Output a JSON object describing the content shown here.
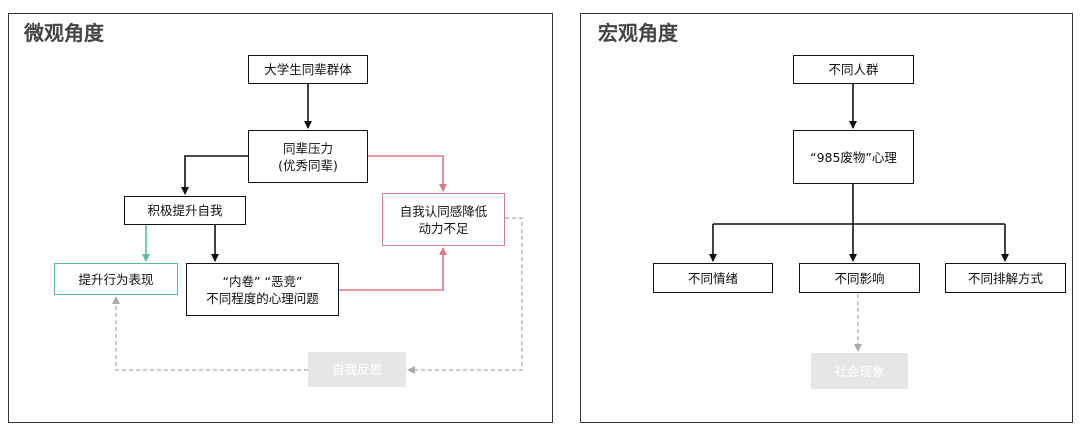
{
  "left_panel": {
    "title": "微观角度",
    "nodes": {
      "peers": "大学生同辈群体",
      "pressure": "同辈压力\n(优秀同辈)",
      "positive": "积极提升自我",
      "behavior": "提升行为表现",
      "involution": "“内卷” “恶竞”\n不同程度的心理问题",
      "identity": "自我认同感降低\n动力不足",
      "reflection": "自我反思"
    }
  },
  "right_panel": {
    "title": "宏观角度",
    "nodes": {
      "groups": "不同人群",
      "mentality": "“985废物”心理",
      "emotions": "不同情绪",
      "influence": "不同影响",
      "relief": "不同排解方式",
      "social": "社会现象"
    }
  },
  "colors": {
    "line": "#111111",
    "green": "#5fbf9c",
    "red": "#d87a8a",
    "dashed": "#aaaaaa",
    "faded": "#e6e6e6"
  }
}
